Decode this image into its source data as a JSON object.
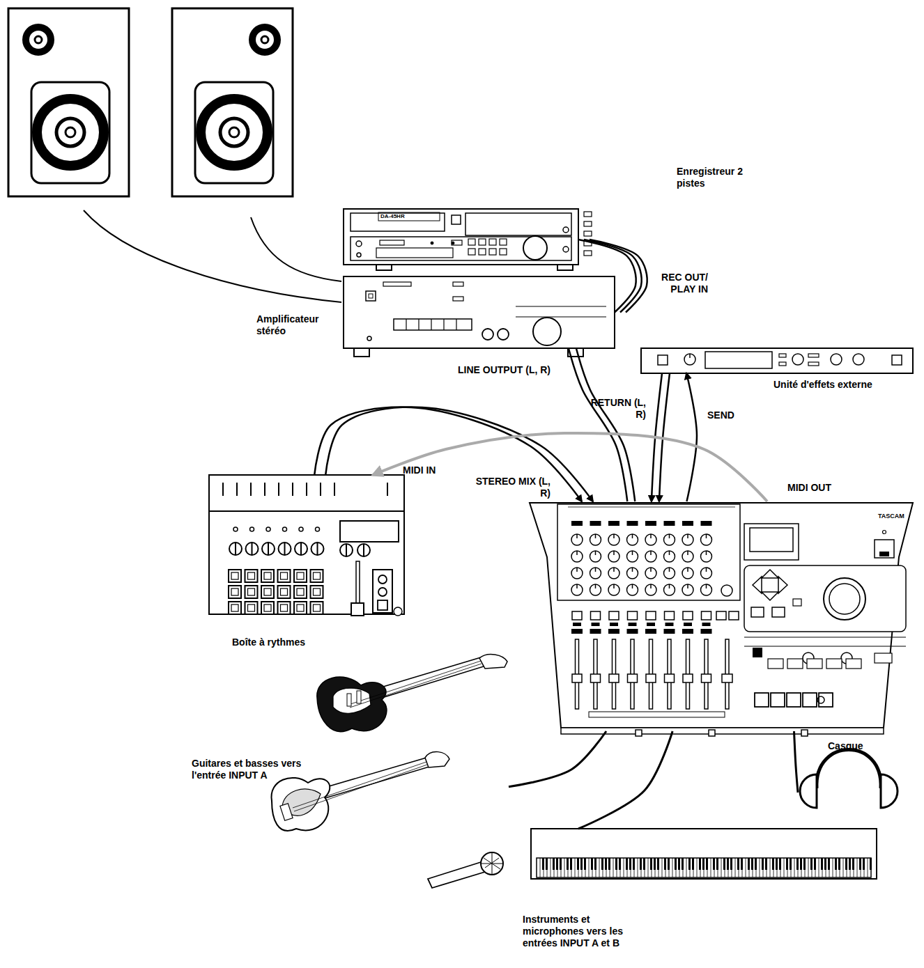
{
  "diagram": {
    "nodes": [
      {
        "text": [
          "Enregistreur 2 pistes"
        ]
      },
      {
        "text": [
          "Amplificateur stéréo"
        ]
      },
      {
        "text": [
          "Unité d'effets externe"
        ]
      },
      {
        "text": [
          "Boîte à rythmes"
        ]
      },
      {
        "text": [
          "TASCAM"
        ]
      },
      {
        "text": [
          "Casque"
        ]
      },
      {
        "text": [
          "Guitares et basses vers l'entrée INPUT A"
        ]
      },
      {
        "text": [
          "Instruments et microphones vers les entrées INPUT A et B"
        ]
      }
    ],
    "edges": [
      {
        "from": 0,
        "to": 1,
        "arrow": "none",
        "label": "REC OUT/ PLAY IN"
      },
      {
        "from": 4,
        "to": 1,
        "arrow": "none",
        "label": "LINE OUTPUT (L, R)"
      },
      {
        "from": 3,
        "to": 4,
        "arrow": "to",
        "label": "STEREO MIX (L, R)"
      },
      {
        "from": 2,
        "to": 4,
        "arrow": "to",
        "label": "RETURN (L, R)"
      },
      {
        "from": 4,
        "to": 2,
        "arrow": "to",
        "label": "SEND"
      },
      {
        "from": 4,
        "to": 3,
        "arrow": "to",
        "label": "MIDI OUT"
      },
      {
        "from": 4,
        "to": 6,
        "arrow": "none"
      },
      {
        "from": 4,
        "to": 7,
        "arrow": "none"
      },
      {
        "from": 4,
        "to": 5,
        "arrow": "none"
      }
    ],
    "labels": [
      "MIDI IN",
      "DA-45HR"
    ]
  }
}
